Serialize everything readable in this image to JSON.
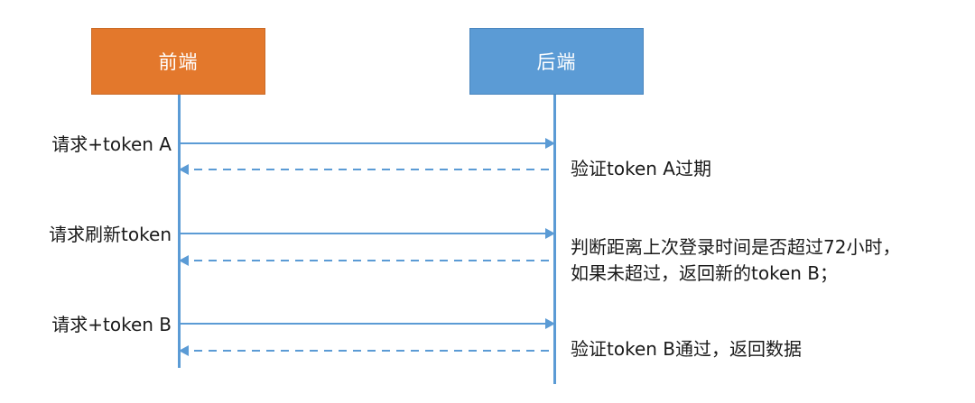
{
  "diagram": {
    "type": "sequence-diagram",
    "colors": {
      "frontend_fill": "#e3782c",
      "frontend_stroke": "#c96a26",
      "backend_fill": "#5b9bd5",
      "backend_stroke": "#4a86be",
      "line": "#5b9bd5",
      "text": "#1a1a1a",
      "background": "#ffffff"
    },
    "participants": [
      {
        "id": "frontend",
        "label": "前端"
      },
      {
        "id": "backend",
        "label": "后端"
      }
    ],
    "messages": [
      {
        "id": "msg-1",
        "kind": "request",
        "style": "solid",
        "direction": "frontend-to-backend",
        "label": "请求+token A",
        "note": "验证token A过期"
      },
      {
        "id": "msg-2",
        "kind": "response",
        "style": "dashed",
        "direction": "backend-to-frontend",
        "label": "",
        "note": ""
      },
      {
        "id": "msg-3",
        "kind": "request",
        "style": "solid",
        "direction": "frontend-to-backend",
        "label": "请求刷新token",
        "note": ""
      },
      {
        "id": "msg-4",
        "kind": "response",
        "style": "dashed",
        "direction": "backend-to-frontend",
        "label": "",
        "note": "判断距离上次登录时间是否超过72小时，\n如果未超过，返回新的token B；"
      },
      {
        "id": "msg-5",
        "kind": "request",
        "style": "solid",
        "direction": "frontend-to-backend",
        "label": "请求+token B",
        "note": ""
      },
      {
        "id": "msg-6",
        "kind": "response",
        "style": "dashed",
        "direction": "backend-to-frontend",
        "label": "",
        "note": "验证token B通过，返回数据"
      }
    ],
    "left_labels": [
      {
        "id": "left-label-1",
        "text": "请求+token A"
      },
      {
        "id": "left-label-2",
        "text": "请求刷新token"
      },
      {
        "id": "left-label-3",
        "text": "请求+token B"
      }
    ],
    "right_notes": [
      {
        "id": "right-note-1",
        "text": "验证token A过期"
      },
      {
        "id": "right-note-2-line1",
        "text": "判断距离上次登录时间是否超过72小时，"
      },
      {
        "id": "right-note-2-line2",
        "text": "如果未超过，返回新的token B；"
      },
      {
        "id": "right-note-3",
        "text": "验证token B通过，返回数据"
      }
    ]
  }
}
